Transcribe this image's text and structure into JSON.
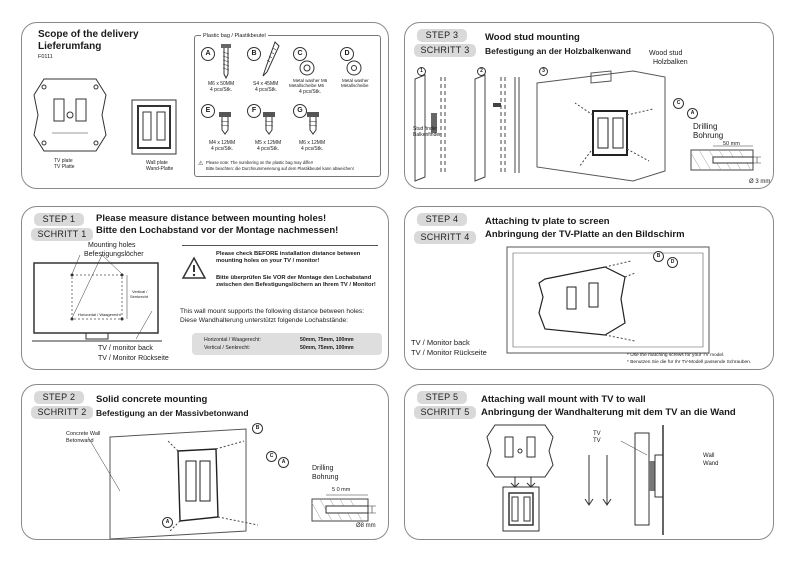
{
  "scope": {
    "title": "Scope of the delivery",
    "title_de": "Lieferumfang",
    "code": "F0111",
    "bag_label": "Plastic bag / Plastikbeutel",
    "tv_plate": "TV plate",
    "tv_plate_de": "TV Platte",
    "wall_plate": "Wall plate",
    "wall_plate_de": "Wand-Platte",
    "parts": [
      {
        "letter": "A",
        "name": "M6 x 50MM",
        "qty": "4 pcs/Stk."
      },
      {
        "letter": "B",
        "name": "S4 x 45MM",
        "qty": "4 pcs/Stk."
      },
      {
        "letter": "C",
        "name": "Metal washer M6",
        "name2": "Metallscheibe M6",
        "qty": "4 pcs/Stk."
      },
      {
        "letter": "D",
        "name": "Metal washer",
        "name2": "Metallscheibe",
        "qty": ""
      },
      {
        "letter": "E",
        "name": "M4 x 12MM",
        "qty": "4 pcs/Stk."
      },
      {
        "letter": "F",
        "name": "M5 x 12MM",
        "qty": "4 pcs/Stk."
      },
      {
        "letter": "G",
        "name": "M6 x 12MM",
        "qty": "4 pcs/Stk."
      }
    ],
    "note1": "Please note: The numbering on the plastic bag may differ!",
    "note2": "Bitte beachten: die Durchnummerierung auf dem Plastikbeutel kann abweichen!"
  },
  "step3": {
    "pill": "STEP 3",
    "pill_de": "SCHRITT 3",
    "title": "Wood stud mounting",
    "title_de": "Befestigung an der Holzbalkenwand",
    "nums": [
      "1",
      "2",
      "3"
    ],
    "stud_finder": "Stud finder",
    "stud_finder_de": "Balkenfinder",
    "wood_stud": "Wood stud",
    "wood_stud_de": "Holzbalken",
    "drilling": "Drilling",
    "drilling_de": "Bohrung",
    "depth": "50 mm",
    "diameter": "Ø 3 mm",
    "labels": {
      "a": "A",
      "c": "C"
    }
  },
  "step1": {
    "pill": "STEP 1",
    "pill_de": "SCHRITT 1",
    "title": "Please measure distance between mounting holes!",
    "title_de": "Bitte den Lochabstand vor der Montage nachmessen!",
    "mounting_holes": "Mounting holes",
    "mounting_holes_de": "Befestigungslöcher",
    "vertical": "Vertical /",
    "vertical_de": "Senkrecht",
    "horizontal": "Horizontal / Waagerecht",
    "tv_back": "TV / monitor back",
    "tv_back_de": "TV / Monitor Rückseite",
    "warn_en": "Please check BEFORE installation distance between mounting holes on your TV / monitor!",
    "warn_de": "Bitte überprüfen Sie VOR der Montage den Lochabstand zwischen den Befestigungslöchern an Ihrem TV / Monitor!",
    "support_en": "This wall mount supports the following distance between holes:",
    "support_de": "Diese Wandhalterung unterstützt folgende Lochabstände:",
    "h_label": "Horizontal / Waagerecht:",
    "h_value": "50mm, 75mm, 100mm",
    "v_label": "Vertical / Senkrecht:",
    "v_value": "50mm, 75mm, 100mm"
  },
  "step4": {
    "pill": "STEP 4",
    "pill_de": "SCHRITT 4",
    "title": "Attaching tv plate to screen",
    "title_de": "Anbringung der TV-Platte an den Bildschirm",
    "tv_back": "TV / Monitor back",
    "tv_back_de": "TV / Monitor Rückseite",
    "note_en": "* Use the matching screws for your TV model.",
    "note_de": "* Benutzen Sie die für Ihr TV-Modell passende Schrauben.",
    "labels": {
      "b": "B",
      "d": "D"
    }
  },
  "step2": {
    "pill": "STEP 2",
    "pill_de": "SCHRITT 2",
    "title": "Solid concrete mounting",
    "title_de": "Befestigung an der Massivbetonwand",
    "concrete": "Concrete Wall",
    "concrete_de": "Betonwand",
    "drilling": "Drilling",
    "drilling_de": "Bohrung",
    "depth": "5 0 mm",
    "diameter": "Ø8 mm",
    "labels": {
      "a": "A",
      "b": "B",
      "c": "C"
    }
  },
  "step5": {
    "pill": "STEP 5",
    "pill_de": "SCHRITT 5",
    "title": "Attaching wall mount with TV to wall",
    "title_de": "Anbringung der Wandhalterung mit dem TV an die Wand",
    "tv": "TV",
    "tv_de": "TV",
    "wall": "Wall",
    "wall_de": "Wand"
  }
}
